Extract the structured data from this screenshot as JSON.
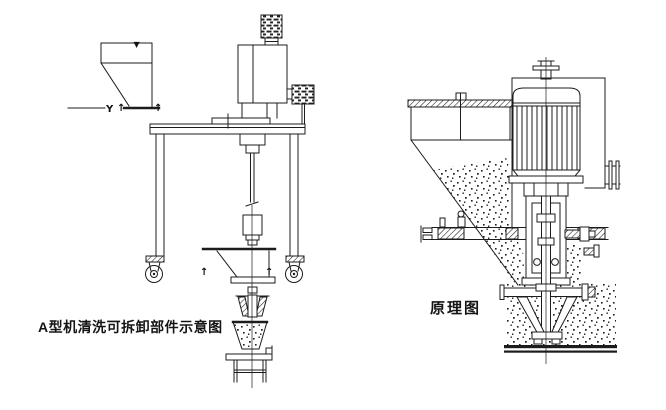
{
  "page": {
    "background": "#ffffff",
    "line_color": "#1c1c1c"
  },
  "left_figure": {
    "caption": "A型机清洗可拆卸部件示意图",
    "marker_label": "Y"
  },
  "right_figure": {
    "caption": "原理图"
  },
  "icons": {
    "up_arrow": "↑",
    "down_pointer": "▼"
  }
}
